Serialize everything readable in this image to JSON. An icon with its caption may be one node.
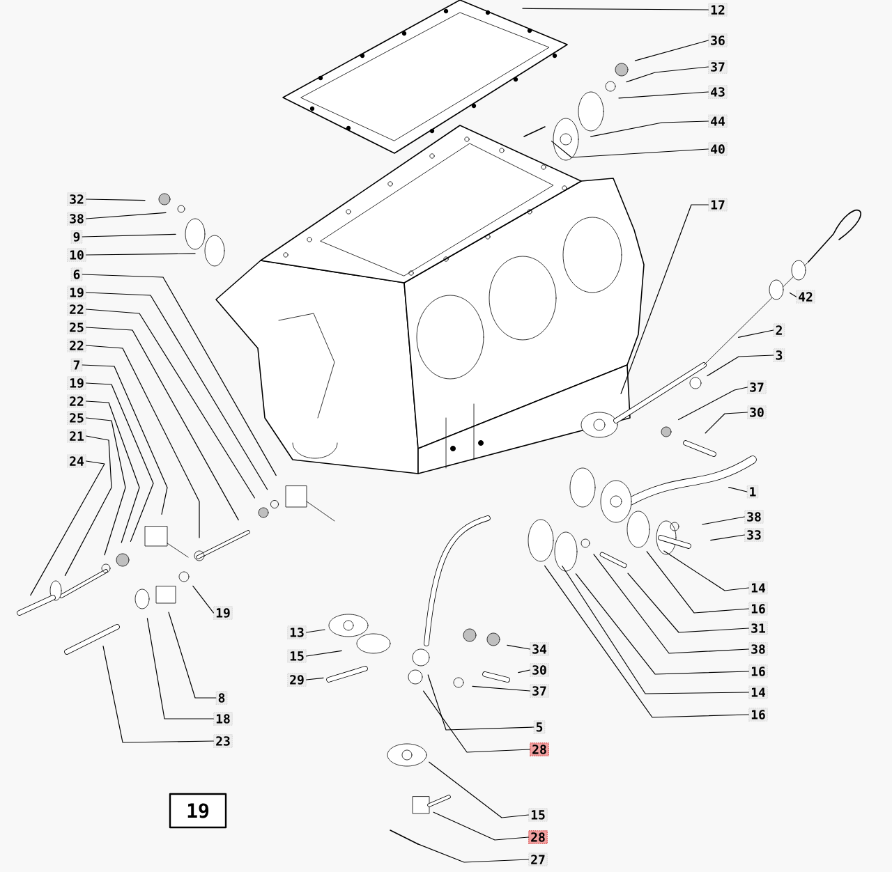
{
  "diagram": {
    "nodes": [
      {
        "text": [
          "12"
        ]
      },
      {
        "text": [
          "36"
        ]
      },
      {
        "text": [
          "37"
        ]
      },
      {
        "text": [
          "43"
        ]
      },
      {
        "text": [
          "44"
        ]
      },
      {
        "text": [
          "40"
        ]
      },
      {
        "text": [
          "32"
        ]
      },
      {
        "text": [
          "38"
        ]
      },
      {
        "text": [
          "9"
        ]
      },
      {
        "text": [
          "10"
        ]
      },
      {
        "text": [
          "6"
        ]
      },
      {
        "text": [
          "19"
        ]
      },
      {
        "text": [
          "22"
        ]
      },
      {
        "text": [
          "25"
        ]
      },
      {
        "text": [
          "22"
        ]
      },
      {
        "text": [
          "17"
        ]
      },
      {
        "text": [
          "7"
        ]
      },
      {
        "text": [
          "19"
        ]
      },
      {
        "text": [
          "22"
        ]
      },
      {
        "text": [
          "42"
        ]
      },
      {
        "text": [
          "25"
        ]
      },
      {
        "text": [
          "2"
        ]
      },
      {
        "text": [
          "3"
        ]
      },
      {
        "text": [
          "21"
        ]
      },
      {
        "text": [
          "24"
        ]
      },
      {
        "text": [
          "37"
        ]
      },
      {
        "text": [
          "30"
        ]
      },
      {
        "text": [
          "1"
        ]
      },
      {
        "text": [
          "38"
        ]
      },
      {
        "text": [
          "33"
        ]
      },
      {
        "text": [
          "19"
        ]
      },
      {
        "text": [
          "14"
        ]
      },
      {
        "text": [
          "16"
        ]
      },
      {
        "text": [
          "31"
        ]
      },
      {
        "text": [
          "13"
        ]
      },
      {
        "text": [
          "38"
        ]
      },
      {
        "text": [
          "15"
        ]
      },
      {
        "text": [
          "16"
        ]
      },
      {
        "text": [
          "34"
        ]
      },
      {
        "text": [
          "14"
        ]
      },
      {
        "text": [
          "29"
        ]
      },
      {
        "text": [
          "30"
        ]
      },
      {
        "text": [
          "16"
        ]
      },
      {
        "text": [
          "37"
        ]
      },
      {
        "text": [
          "8"
        ]
      },
      {
        "text": [
          "18"
        ]
      },
      {
        "text": [
          "5"
        ]
      },
      {
        "text": [
          "23"
        ]
      },
      {
        "text": [
          "28"
        ]
      },
      {
        "text": [
          "19"
        ]
      },
      {
        "text": [
          "15"
        ]
      },
      {
        "text": [
          "28"
        ]
      },
      {
        "text": [
          "27"
        ]
      }
    ],
    "edges": [
      {
        "from": 0,
        "to": null,
        "arrow": "none"
      },
      {
        "from": 1,
        "to": null,
        "arrow": "none"
      },
      {
        "from": 2,
        "to": null,
        "arrow": "none"
      },
      {
        "from": 3,
        "to": null,
        "arrow": "none"
      },
      {
        "from": 4,
        "to": null,
        "arrow": "none"
      },
      {
        "from": 5,
        "to": null,
        "arrow": "none"
      },
      {
        "from": 6,
        "to": null,
        "arrow": "none"
      },
      {
        "from": 7,
        "to": null,
        "arrow": "none"
      },
      {
        "from": 8,
        "to": null,
        "arrow": "none"
      },
      {
        "from": 9,
        "to": null,
        "arrow": "none"
      },
      {
        "from": 10,
        "to": null,
        "arrow": "none"
      },
      {
        "from": 11,
        "to": null,
        "arrow": "none"
      },
      {
        "from": 12,
        "to": null,
        "arrow": "none"
      },
      {
        "from": 13,
        "to": null,
        "arrow": "none"
      },
      {
        "from": 14,
        "to": null,
        "arrow": "none"
      },
      {
        "from": 15,
        "to": null,
        "arrow": "none"
      },
      {
        "from": 16,
        "to": null,
        "arrow": "none"
      },
      {
        "from": 17,
        "to": null,
        "arrow": "none"
      },
      {
        "from": 18,
        "to": null,
        "arrow": "none"
      },
      {
        "from": 19,
        "to": null,
        "arrow": "none"
      },
      {
        "from": 20,
        "to": null,
        "arrow": "none"
      },
      {
        "from": 21,
        "to": null,
        "arrow": "none"
      },
      {
        "from": 22,
        "to": null,
        "arrow": "none"
      },
      {
        "from": 23,
        "to": null,
        "arrow": "none"
      },
      {
        "from": 24,
        "to": null,
        "arrow": "none"
      },
      {
        "from": 25,
        "to": null,
        "arrow": "none"
      },
      {
        "from": 26,
        "to": null,
        "arrow": "none"
      },
      {
        "from": 27,
        "to": null,
        "arrow": "none"
      },
      {
        "from": 28,
        "to": null,
        "arrow": "none"
      },
      {
        "from": 29,
        "to": null,
        "arrow": "none"
      },
      {
        "from": 30,
        "to": null,
        "arrow": "none"
      },
      {
        "from": 31,
        "to": null,
        "arrow": "none"
      },
      {
        "from": 32,
        "to": null,
        "arrow": "none"
      },
      {
        "from": 33,
        "to": null,
        "arrow": "none"
      },
      {
        "from": 34,
        "to": null,
        "arrow": "none"
      },
      {
        "from": 35,
        "to": null,
        "arrow": "none"
      },
      {
        "from": 36,
        "to": null,
        "arrow": "none"
      },
      {
        "from": 37,
        "to": null,
        "arrow": "none"
      },
      {
        "from": 38,
        "to": null,
        "arrow": "none"
      },
      {
        "from": 39,
        "to": null,
        "arrow": "none"
      },
      {
        "from": 40,
        "to": null,
        "arrow": "none"
      },
      {
        "from": 41,
        "to": null,
        "arrow": "none"
      },
      {
        "from": 42,
        "to": null,
        "arrow": "none"
      },
      {
        "from": 43,
        "to": null,
        "arrow": "none"
      },
      {
        "from": 44,
        "to": null,
        "arrow": "none"
      },
      {
        "from": 45,
        "to": null,
        "arrow": "none"
      },
      {
        "from": 46,
        "to": null,
        "arrow": "none"
      },
      {
        "from": 47,
        "to": null,
        "arrow": "none"
      },
      {
        "from": 48,
        "to": null,
        "arrow": "none"
      },
      {
        "from": 50,
        "to": null,
        "arrow": "none"
      },
      {
        "from": 51,
        "to": null,
        "arrow": "none"
      },
      {
        "from": 52,
        "to": null,
        "arrow": "none"
      }
    ]
  }
}
